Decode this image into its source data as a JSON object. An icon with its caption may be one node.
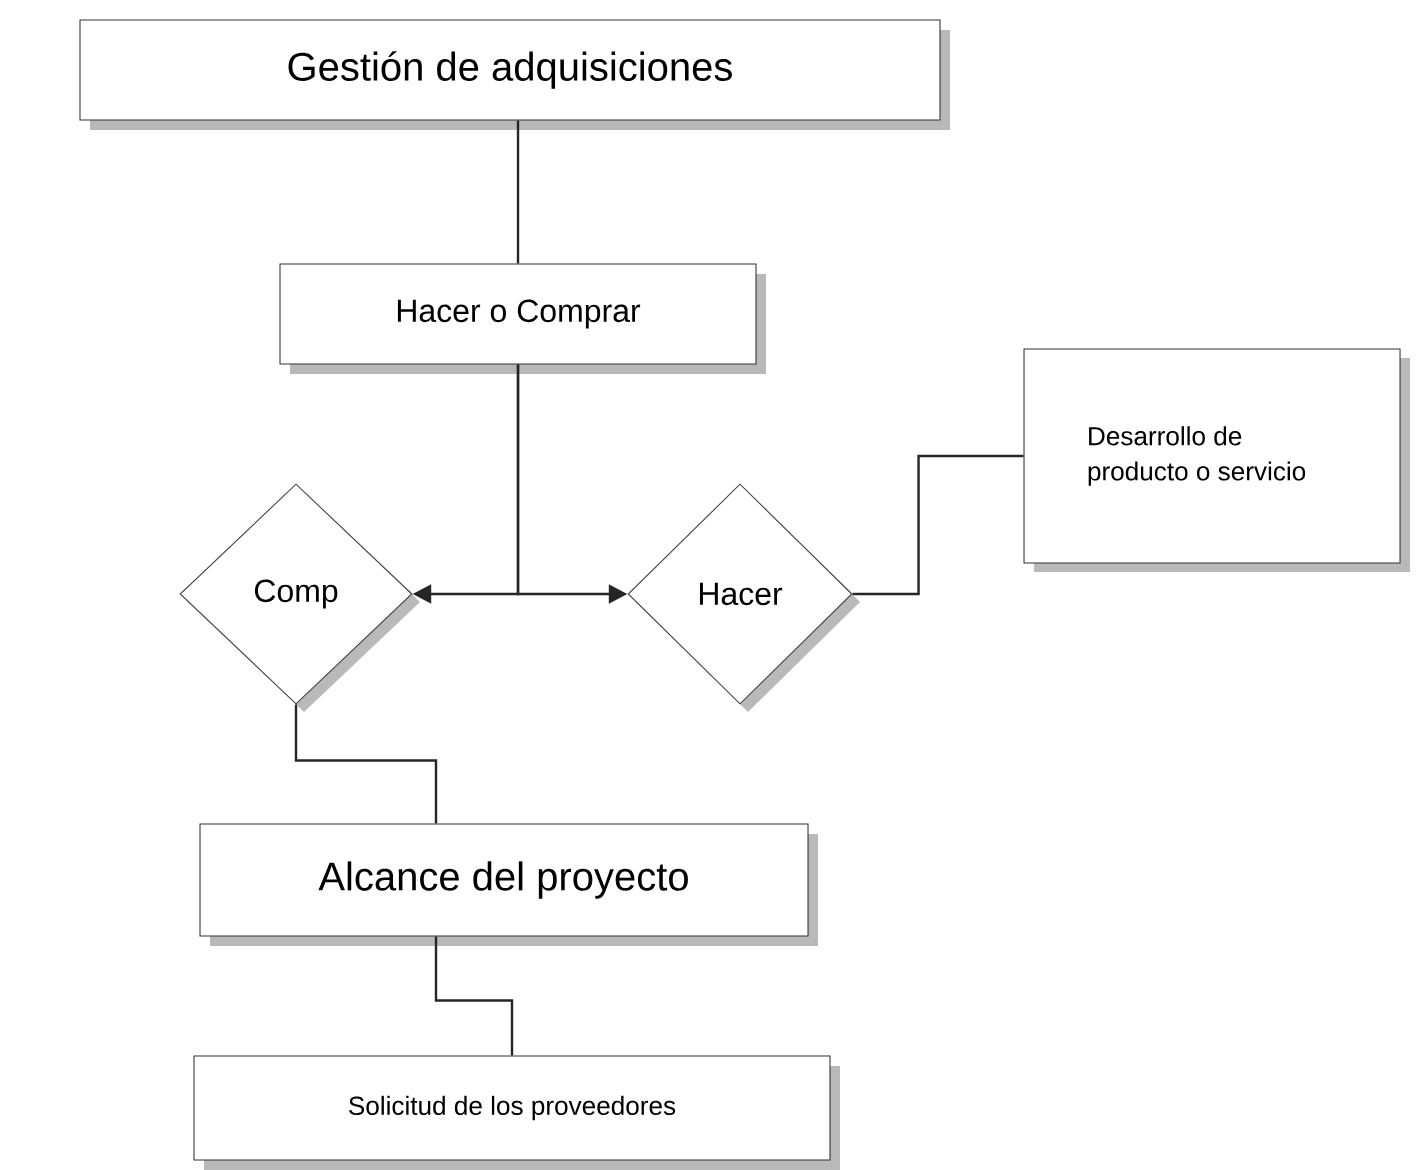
{
  "diagram": {
    "nodes": [
      {
        "text": [
          "Gestión de adquisiciones"
        ]
      },
      {
        "text": [
          "Hacer o Comprar"
        ]
      },
      {
        "text": [
          "Comp"
        ]
      },
      {
        "text": [
          "Hacer"
        ]
      },
      {
        "text": [
          "Desarrollo de producto o servicio"
        ]
      },
      {
        "text": [
          "Alcance del proyecto"
        ]
      },
      {
        "text": [
          "Solicitud de los proveedores"
        ]
      }
    ],
    "edges": [
      {
        "from": 0,
        "to": 1,
        "arrow": "none"
      },
      {
        "from": 1,
        "to": 2,
        "arrow": "to"
      },
      {
        "from": 1,
        "to": 3,
        "arrow": "to"
      },
      {
        "from": 3,
        "to": 4,
        "arrow": "none"
      },
      {
        "from": 2,
        "to": 5,
        "arrow": "none"
      },
      {
        "from": 5,
        "to": 6,
        "arrow": "none"
      }
    ]
  }
}
